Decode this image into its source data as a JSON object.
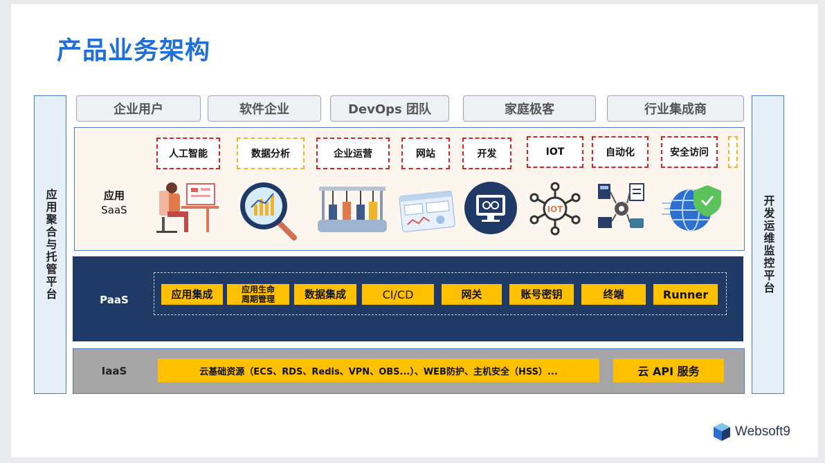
{
  "title": "产品业务架构",
  "left_panel": "应用聚合与托管平台",
  "right_panel": "开发运维监控平台",
  "users": [
    "企业用户",
    "软件企业",
    "DevOps 团队",
    "家庭极客",
    "行业集成商"
  ],
  "saas": {
    "label_cn": "应用",
    "label_en": "SaaS",
    "tags": [
      "人工智能",
      "数据分析",
      "企业运营",
      "网站",
      "开发",
      "IOT",
      "自动化",
      "安全访问"
    ]
  },
  "paas": {
    "label": "PaaS",
    "items": [
      "应用集成",
      "应用生命",
      "周期管理",
      "数据集成",
      "CI/CD",
      "网关",
      "账号密钥",
      "终端",
      "Runner"
    ]
  },
  "iaas": {
    "label": "IaaS",
    "resources": "云基础资源（ECS、RDS、Redis、VPN、OBS...）、WEB防护、主机安全（HSS）...",
    "api": "云 API 服务"
  },
  "brand": "Websoft9",
  "colors": {
    "title": "#1e6fd9",
    "paas_bg": "#1f3a66",
    "accent": "#ffc000",
    "iaas_bg": "#a6a6a6"
  },
  "icons": [
    "developer-workstation-icon",
    "data-analysis-magnifier-icon",
    "factory-robots-icon",
    "website-dashboard-icon",
    "code-monitor-icon",
    "iot-network-icon",
    "automation-controls-icon",
    "secure-globe-icon"
  ]
}
